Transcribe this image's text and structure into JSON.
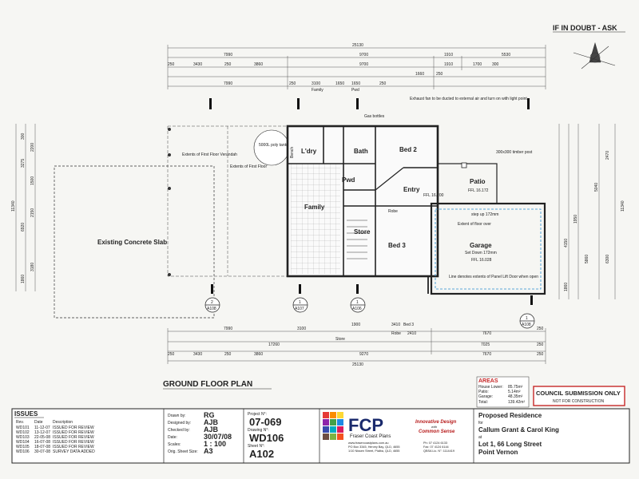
{
  "header": {
    "warning": "IF IN DOUBT - ASK"
  },
  "plan_title": "GROUND FLOOR PLAN",
  "rooms": {
    "laundry": "L'dry",
    "bath": "Bath",
    "bed2": "Bed 2",
    "pwd": "Pwd",
    "entry": "Entry",
    "patio": "Patio",
    "family": "Family",
    "store": "Store",
    "bed3": "Bed 3",
    "garage": "Garage",
    "slab": "Existing Concrete Slab"
  },
  "dims_top": {
    "overall": "25130",
    "row1": [
      "7990",
      "9700",
      "1910",
      "5530"
    ],
    "row2": [
      "250",
      "3430",
      "250",
      "3860",
      "9700",
      "1910",
      "1700",
      "300"
    ],
    "row4": [
      "7990",
      "250",
      "3100",
      "1650",
      "1650",
      "250",
      "1660",
      "250"
    ],
    "labels": [
      "Family",
      "Pwd"
    ]
  },
  "dims_bottom": {
    "row1": [
      "7990",
      "3100",
      "1900",
      "3410",
      "2410",
      "7670",
      "250"
    ],
    "row2": [
      "17260",
      "7025",
      "250"
    ],
    "row3": [
      "250",
      "3430",
      "250",
      "3860",
      "9270",
      "7670",
      "250"
    ],
    "overall": "25130",
    "labels": [
      "Store",
      "Bed 3",
      "Robe"
    ]
  },
  "dims_left": [
    "1860",
    "3180",
    "6920",
    "2150",
    "1500",
    "3275",
    "2200",
    "300"
  ],
  "dims_left_overall": "11340",
  "dims_right": [
    "2470",
    "5040",
    "5860",
    "1950",
    "1860",
    "4150",
    "6300"
  ],
  "dims_right_overall": "11340",
  "notes": {
    "first_floor_verandah": "Extents of First Floor Verandah",
    "first_floor": "Extents of First Floor",
    "poly_tank": "5000L poly tank as specified",
    "exhaust": "Exhaust fan to be ducted to external air and turn on with light point",
    "gas_bottles": "Gas bottles",
    "timber_post": "300x300 timber post",
    "step_up": "step up 172mm",
    "floor_over": "Extent of floor over",
    "set_down": "Set Down 172mm",
    "garage_door": "Line denotes extents of Panel Lift Door when open",
    "ffl_entry": "FFL 16.200",
    "ffl_patio": "FFL 16.172",
    "ffl_garage": "FFL 16.028",
    "robe": "Robe",
    "bench": "Bench"
  },
  "sections": [
    "A108",
    "A107",
    "A106",
    "A108"
  ],
  "section_numbers": [
    "2",
    "1",
    "1",
    "1"
  ],
  "areas": {
    "title": "AREAS",
    "rows": [
      {
        "label": "House Lower:",
        "value": "85.75m²"
      },
      {
        "label": "Patio:",
        "value": "5.14m²"
      },
      {
        "label": "Garage:",
        "value": "48.35m²"
      },
      {
        "label": "Total:",
        "value": "139.42m²"
      }
    ]
  },
  "council": {
    "title": "COUNCIL SUBMISSION ONLY",
    "subtitle": "NOT FOR CONSTRUCTION"
  },
  "issues": {
    "title": "ISSUES",
    "headers": [
      "Rev.",
      "Date",
      "Description"
    ],
    "rows": [
      [
        "WD101",
        "11-12-07",
        "ISSUED FOR REVIEW"
      ],
      [
        "WD102",
        "13-12-07",
        "ISSUED FOR REVIEW"
      ],
      [
        "WD103",
        "22-05-08",
        "ISSUED FOR REVIEW"
      ],
      [
        "WD104",
        "16-07-08",
        "ISSUED FOR REVIEW"
      ],
      [
        "WD105",
        "18-07-08",
        "ISSUED FOR REVIEW"
      ],
      [
        "WD106",
        "30-07-08",
        "SURVEY DATA ADDED"
      ]
    ]
  },
  "titleblock": {
    "drawn_label": "Drawn by:",
    "drawn": "RG",
    "designed_label": "Designed by:",
    "designed": "AJB",
    "checked_label": "Checked by:",
    "checked": "AJB",
    "date_label": "Date:",
    "date": "30/07/08",
    "scales_label": "Scales:",
    "scale": "1 : 100",
    "sheet_label": "Orig. Sheet Size:",
    "sheet": "A3",
    "project_label": "Project N°:",
    "project": "07-069",
    "drawing_label": "Drawing N°:",
    "drawing": "WD106",
    "sheetno_label": "Sheet N°:",
    "sheetno": "A102"
  },
  "company": {
    "name": "FCP",
    "full": "Fraser Coast Plans",
    "tag1": "Innovative Design",
    "tag2": "with",
    "tag3": "Common Sense",
    "web": "www.frasercoastplans.com.au",
    "ph": "Ph: 07 4124 6133",
    "fax": "Fax: 07 4124 6144",
    "addr1": "PO Box 3345, Hervey Bay, QLD, 4655",
    "addr2": "1/10 Nissen Street, Pialba, QLD, 4655",
    "qbsa": "QBSA Lic. N°: 1114419"
  },
  "project": {
    "heading": "Proposed Residence",
    "for": "for",
    "client": "Callum Grant & Carol King",
    "at": "at",
    "lot": "Lot 1, 66 Long Street",
    "suburb": "Point Vernon"
  },
  "colors": {
    "wall": "#222222",
    "floor_tile": "#9a9a9a",
    "garage_line": "#2a8fd0",
    "areas_title": "#c62828",
    "council_border": "#c62828",
    "fcp_blue": "#1a2a6c",
    "tag_red": "#b71c1c"
  }
}
